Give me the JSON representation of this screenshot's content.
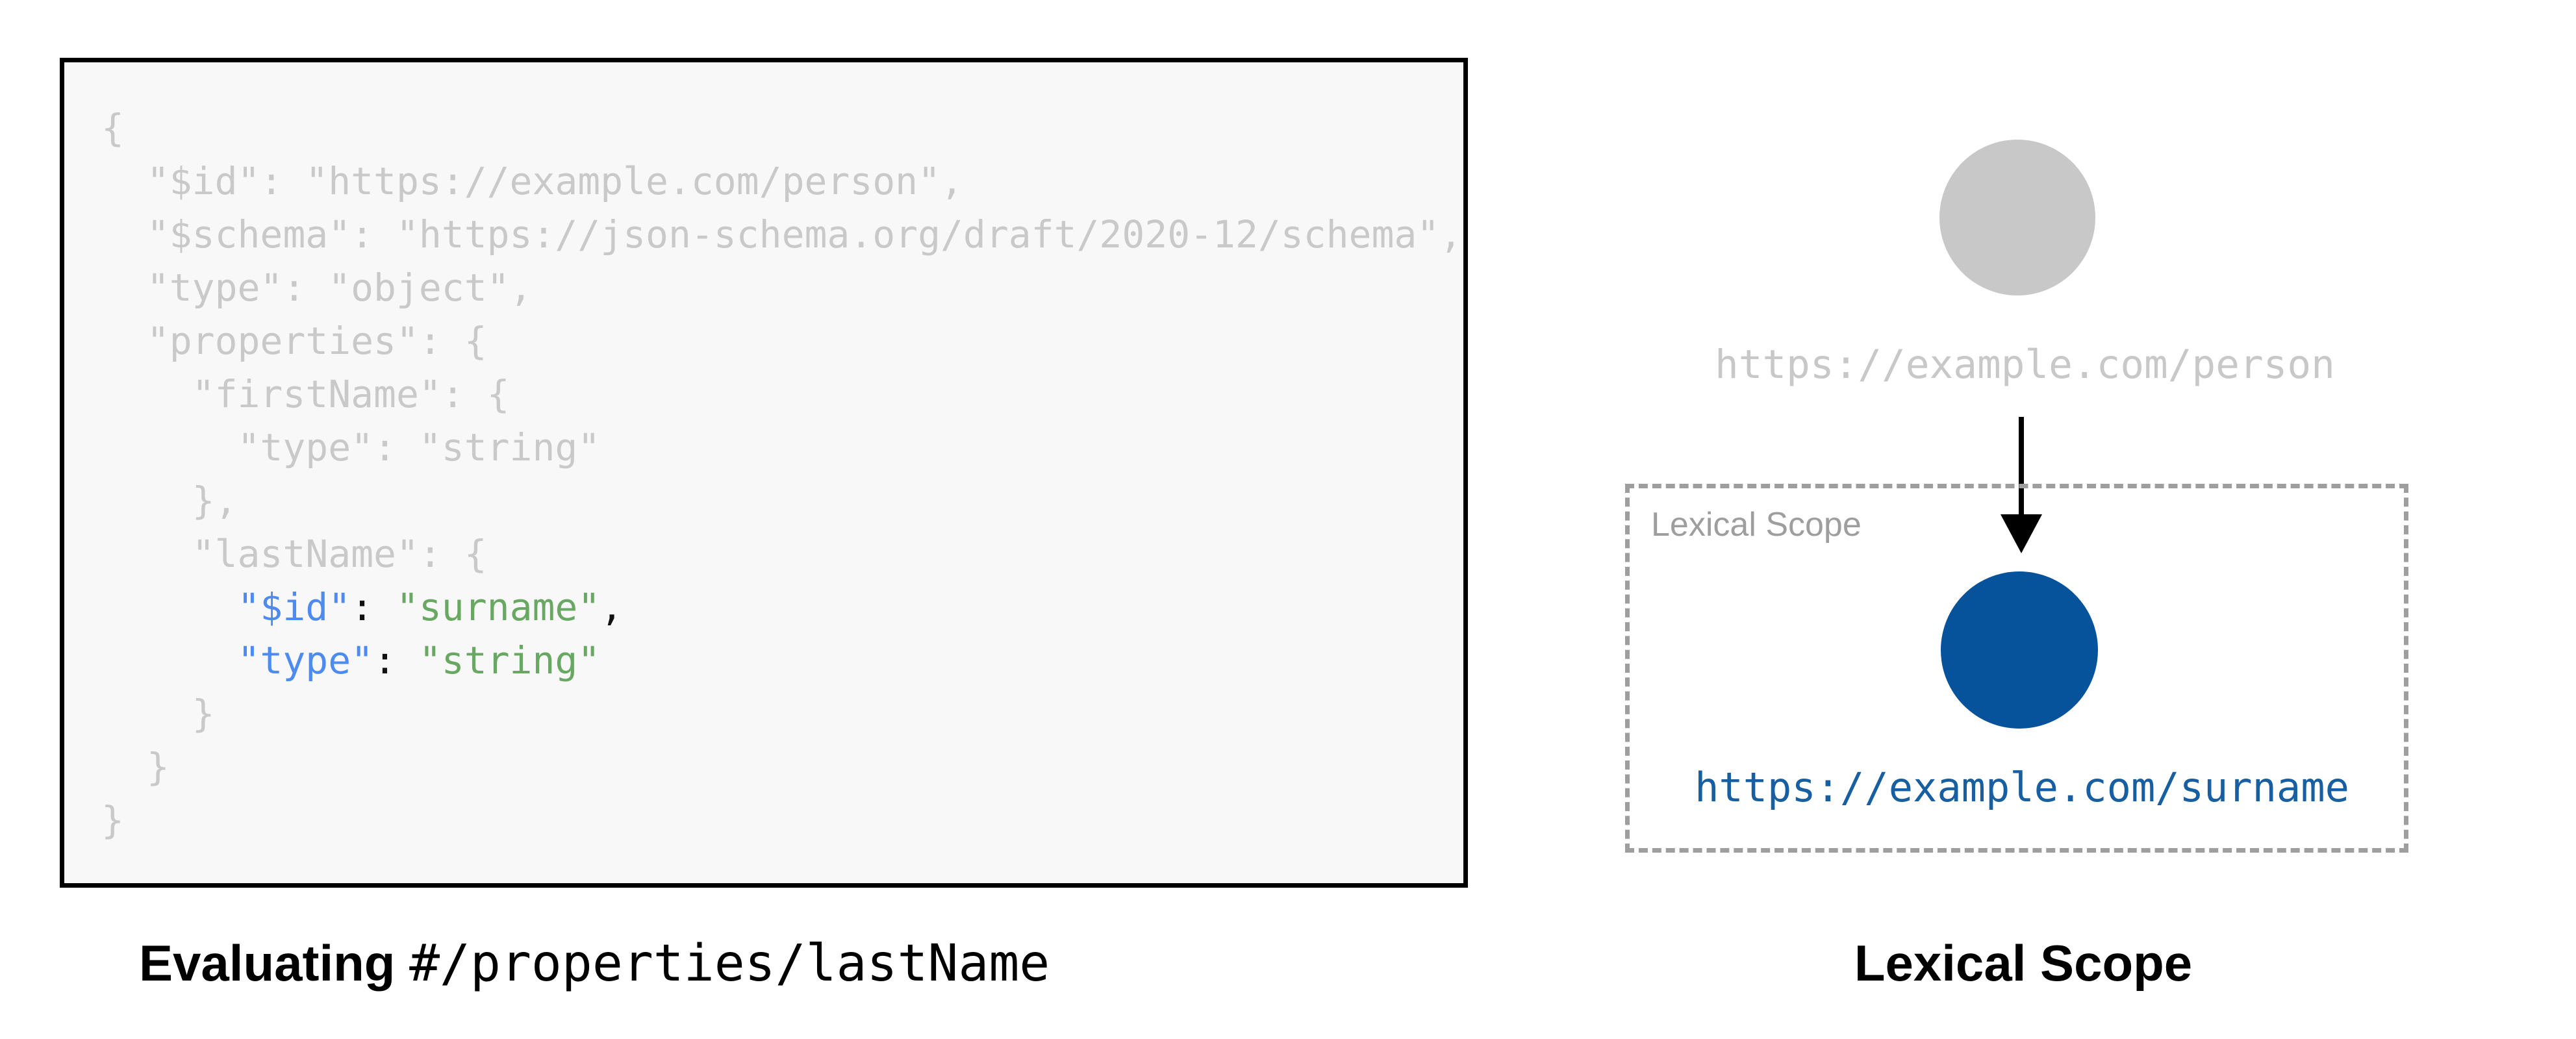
{
  "left_panel": {
    "code_lines": [
      {
        "segments": [
          {
            "text": "{",
            "style": "dim"
          }
        ]
      },
      {
        "segments": [
          {
            "text": "  \"$id\": \"https://example.com/person\",",
            "style": "dim"
          }
        ]
      },
      {
        "segments": [
          {
            "text": "  \"$schema\": \"https://json-schema.org/draft/2020-12/schema\",",
            "style": "dim"
          }
        ]
      },
      {
        "segments": [
          {
            "text": "  \"type\": \"object\",",
            "style": "dim"
          }
        ]
      },
      {
        "segments": [
          {
            "text": "  \"properties\": {",
            "style": "dim"
          }
        ]
      },
      {
        "segments": [
          {
            "text": "    \"firstName\": {",
            "style": "dim"
          }
        ]
      },
      {
        "segments": [
          {
            "text": "      \"type\": \"string\"",
            "style": "dim"
          }
        ]
      },
      {
        "segments": [
          {
            "text": "    },",
            "style": "dim"
          }
        ]
      },
      {
        "segments": [
          {
            "text": "    \"lastName\": {",
            "style": "dim"
          }
        ]
      },
      {
        "segments": [
          {
            "text": "      ",
            "style": "dim"
          },
          {
            "text": "\"$id\"",
            "style": "key"
          },
          {
            "text": ": ",
            "style": "punct"
          },
          {
            "text": "\"surname\"",
            "style": "str"
          },
          {
            "text": ",",
            "style": "punct"
          }
        ]
      },
      {
        "segments": [
          {
            "text": "      ",
            "style": "dim"
          },
          {
            "text": "\"type\"",
            "style": "key"
          },
          {
            "text": ": ",
            "style": "punct"
          },
          {
            "text": "\"string\"",
            "style": "str"
          }
        ]
      },
      {
        "segments": [
          {
            "text": "    }",
            "style": "dim"
          }
        ]
      },
      {
        "segments": [
          {
            "text": "  }",
            "style": "dim"
          }
        ]
      },
      {
        "segments": [
          {
            "text": "}",
            "style": "dim"
          }
        ]
      }
    ],
    "caption": {
      "bold": "Evaluating ",
      "pointer": "#/properties/lastName"
    }
  },
  "right_panel": {
    "parent_uri": "https://example.com/person",
    "scope_inline_label": "Lexical Scope",
    "child_uri": "https://example.com/surname",
    "caption": "Lexical Scope"
  },
  "colors": {
    "code_dim": "#c9c9c9",
    "key_blue": "#4d8bf0",
    "string_green": "#68a862",
    "punct_black": "#111111",
    "node_gray": "#c8c8c8",
    "node_blue": "#07539b",
    "link_blue": "#175fa1",
    "scope_gray": "#9e9e9e"
  }
}
